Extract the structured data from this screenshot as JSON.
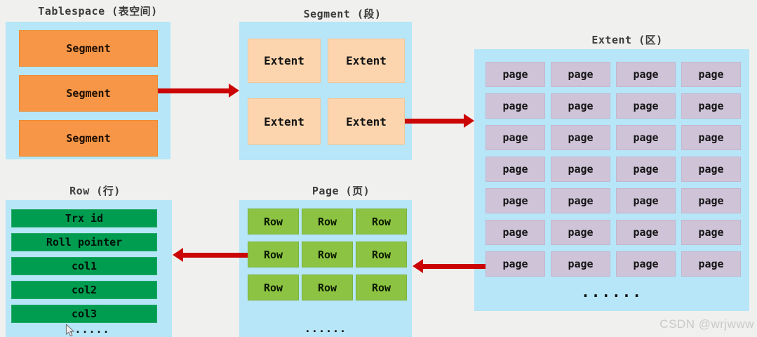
{
  "sections": {
    "tablespace": {
      "title": "Tablespace (表空间)",
      "segments": [
        "Segment",
        "Segment",
        "Segment"
      ]
    },
    "segment": {
      "title": "Segment (段)",
      "extents": [
        "Extent",
        "Extent",
        "Extent",
        "Extent"
      ]
    },
    "extent": {
      "title": "Extent (区)",
      "pages": [
        "page",
        "page",
        "page",
        "page",
        "page",
        "page",
        "page",
        "page",
        "page",
        "page",
        "page",
        "page",
        "page",
        "page",
        "page",
        "page",
        "page",
        "page",
        "page",
        "page",
        "page",
        "page",
        "page",
        "page",
        "page",
        "page",
        "page",
        "page"
      ],
      "ellipsis": "......"
    },
    "page": {
      "title": "Page (页)",
      "rows": [
        "Row",
        "Row",
        "Row",
        "Row",
        "Row",
        "Row",
        "Row",
        "Row",
        "Row"
      ],
      "ellipsis": "......"
    },
    "row": {
      "title": "Row (行)",
      "fields": [
        "Trx id",
        "Roll pointer",
        "col1",
        "col2",
        "col3"
      ],
      "ellipsis": "......"
    }
  },
  "watermark": "CSDN @wrjwww",
  "colors": {
    "background": "#F0F0EE",
    "panel_blue": "#B6E6F8",
    "segment_orange": "#F79646",
    "extent_peach": "#FCD5AE",
    "page_lavender": "#CFC3D8",
    "row_green": "#8CC342",
    "field_green": "#009C50",
    "arrow_red": "#CB0505"
  }
}
